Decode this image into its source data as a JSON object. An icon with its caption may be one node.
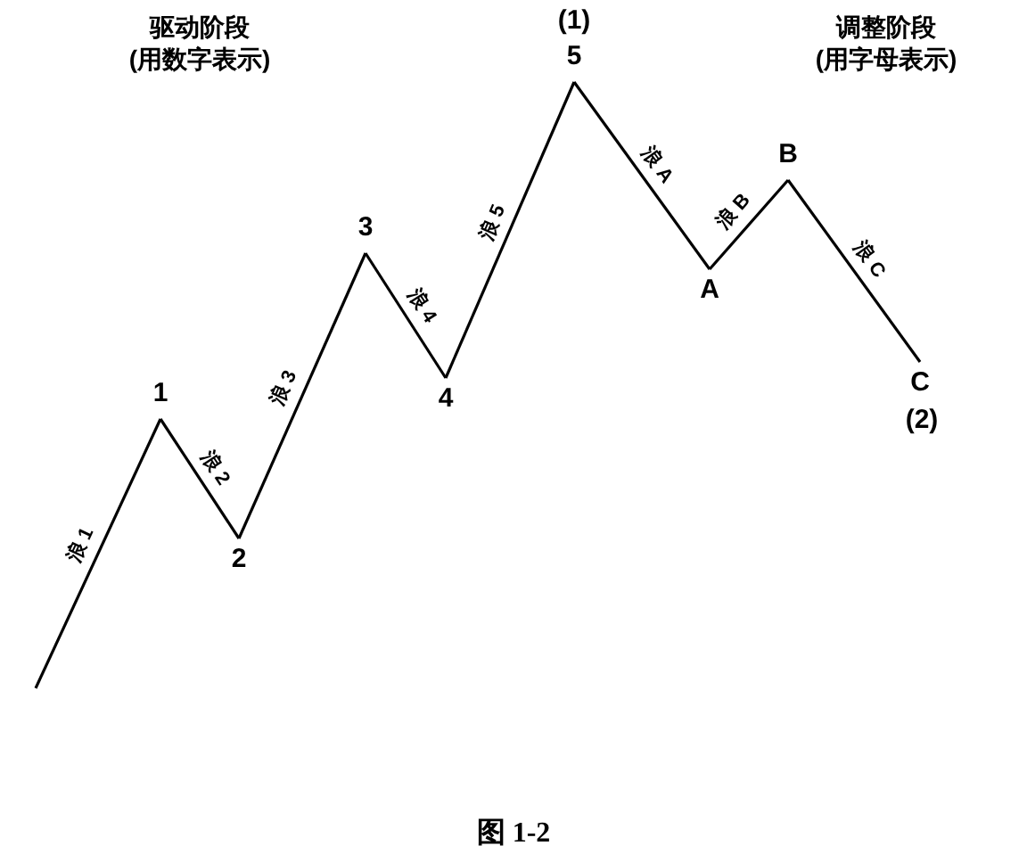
{
  "diagram": {
    "caption": "图 1-2",
    "nodes": [
      {
        "text": [
          "1"
        ]
      },
      {
        "text": [
          "2"
        ]
      },
      {
        "text": [
          "3"
        ]
      },
      {
        "text": [
          "4"
        ]
      },
      {
        "text": [
          "5"
        ],
        "beside": [
          "(1)"
        ]
      },
      {
        "text": [
          "A"
        ]
      },
      {
        "text": [
          "B"
        ]
      },
      {
        "text": [
          "C"
        ],
        "beside": [
          "(2)"
        ]
      }
    ],
    "edges": [
      {
        "from": null,
        "to": 0,
        "arrow": "none",
        "label": "浪 1"
      },
      {
        "from": 0,
        "to": 1,
        "arrow": "none",
        "label": "浪 2"
      },
      {
        "from": 1,
        "to": 2,
        "arrow": "none",
        "label": "浪 3"
      },
      {
        "from": 2,
        "to": 3,
        "arrow": "none",
        "label": "浪 4"
      },
      {
        "from": 3,
        "to": 4,
        "arrow": "none",
        "label": "浪 5"
      },
      {
        "from": 4,
        "to": 5,
        "arrow": "none",
        "label": "浪 A"
      },
      {
        "from": 5,
        "to": 6,
        "arrow": "none",
        "label": "浪 B"
      },
      {
        "from": 6,
        "to": 7,
        "arrow": "none",
        "label": "浪 C"
      }
    ],
    "labels": [
      "驱动阶段",
      "(用数字表示)",
      "调整阶段",
      "(用字母表示)"
    ]
  }
}
